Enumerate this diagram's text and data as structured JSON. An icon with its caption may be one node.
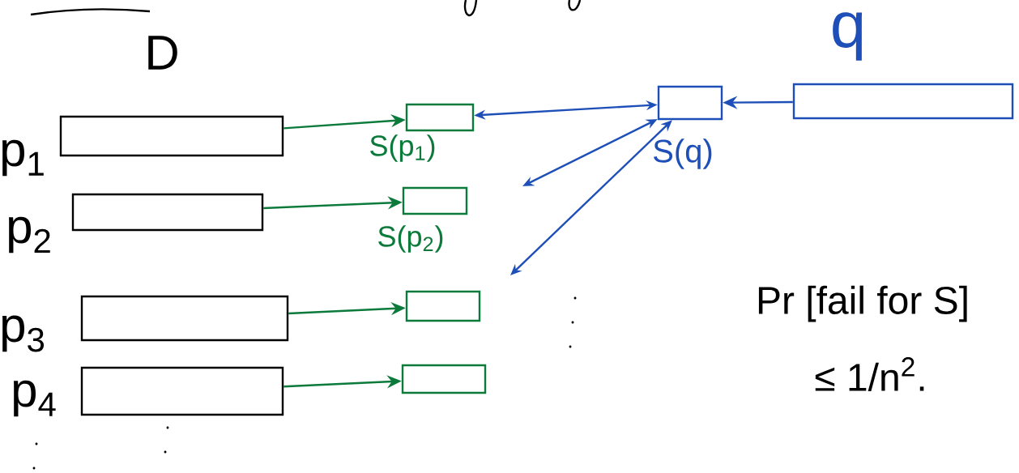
{
  "diagram": {
    "nodes": [
      {
        "text": [
          "p$_{1}$"
        ]
      },
      {
        "text": [
          "S(p$_{1}$)"
        ]
      },
      {
        "text": [
          "p$_{2}$"
        ]
      },
      {
        "text": [
          "S(p$_{2}$)"
        ]
      },
      {
        "text": [
          "p$_{3}$"
        ]
      },
      {
        "text": [],
        "shape": "box"
      },
      {
        "text": [
          "p$_{4}$"
        ]
      },
      {
        "text": [],
        "shape": "box"
      },
      {
        "text": [
          "S(q)"
        ]
      },
      {
        "text": [
          "q"
        ]
      }
    ],
    "edges": [
      {
        "from": 0,
        "to": 1,
        "arrow": "to",
        "color": "#0b7a3b"
      },
      {
        "from": 2,
        "to": 3,
        "arrow": "to",
        "color": "#0b7a3b"
      },
      {
        "from": 4,
        "to": 5,
        "arrow": "to",
        "color": "#0b7a3b"
      },
      {
        "from": 6,
        "to": 7,
        "arrow": "to",
        "color": "#0b7a3b"
      },
      {
        "from": 9,
        "to": 8,
        "arrow": "to",
        "color": "#1e4fb8"
      },
      {
        "from": 1,
        "to": 8,
        "arrow": "both",
        "color": "#1e4fb8"
      },
      {
        "from": null,
        "to": 8,
        "arrow": "both",
        "color": "#1e4fb8"
      },
      {
        "from": null,
        "to": 8,
        "arrow": "both",
        "color": "#1e4fb8"
      }
    ],
    "labels": [
      "D",
      "Pr [fail for S]",
      "≤ 1/n$^{2}$."
    ]
  }
}
